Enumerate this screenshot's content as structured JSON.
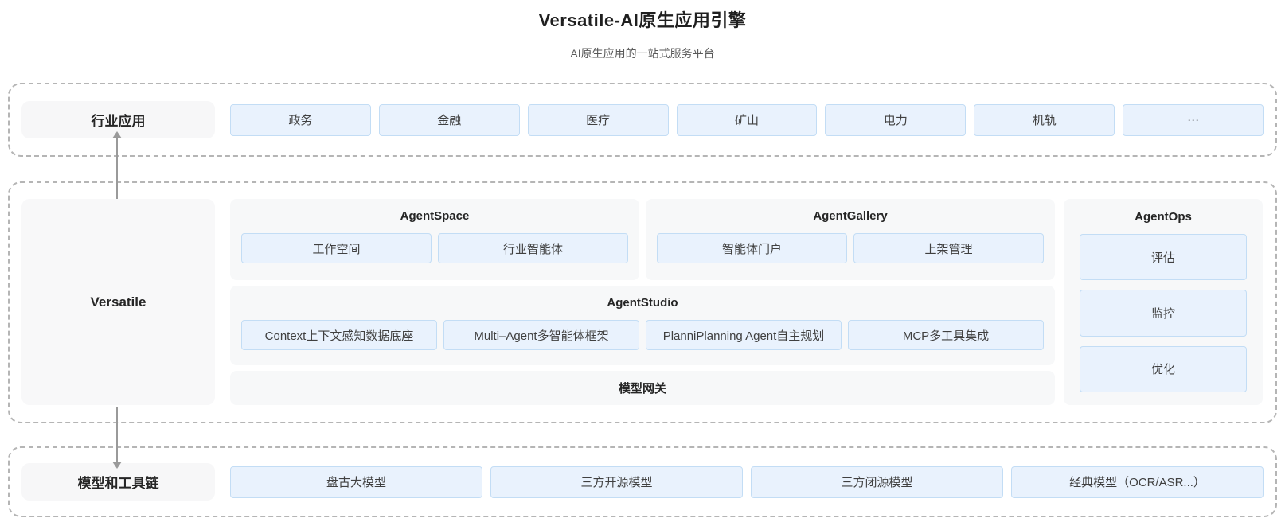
{
  "header": {
    "title": "Versatile-AI原生应用引擎",
    "subtitle": "AI原生应用的一站式服务平台"
  },
  "industry_layer": {
    "label": "行业应用",
    "items": [
      "政务",
      "金融",
      "医疗",
      "矿山",
      "电力",
      "机轨",
      "···"
    ]
  },
  "platform_layer": {
    "label": "Versatile",
    "agent_space": {
      "title": "AgentSpace",
      "items": [
        "工作空间",
        "行业智能体"
      ]
    },
    "agent_gallery": {
      "title": "AgentGallery",
      "items": [
        "智能体门户",
        "上架管理"
      ]
    },
    "agent_studio": {
      "title": "AgentStudio",
      "items": [
        "Context上下文感知数据底座",
        "Multi–Agent多智能体框架",
        "PlanniPlanning Agent自主规划",
        "MCP多工具集成"
      ]
    },
    "model_gateway": {
      "title": "模型网关"
    },
    "agent_ops": {
      "title": "AgentOps",
      "items": [
        "评估",
        "监控",
        "优化"
      ]
    }
  },
  "model_layer": {
    "label": "模型和工具链",
    "items": [
      "盘古大模型",
      "三方开源模型",
      "三方闭源模型",
      "经典模型（OCR/ASR...）"
    ]
  },
  "colors": {
    "chip_bg": "#e9f2fd",
    "chip_border": "#c3ddf5",
    "panel_bg": "#f7f8f9",
    "label_bg": "#f7f7f8",
    "dashed_border": "#b5b5b5",
    "arrow": "#9a9a9a",
    "title_text": "#1f1f1f",
    "subtitle_text": "#595959"
  }
}
